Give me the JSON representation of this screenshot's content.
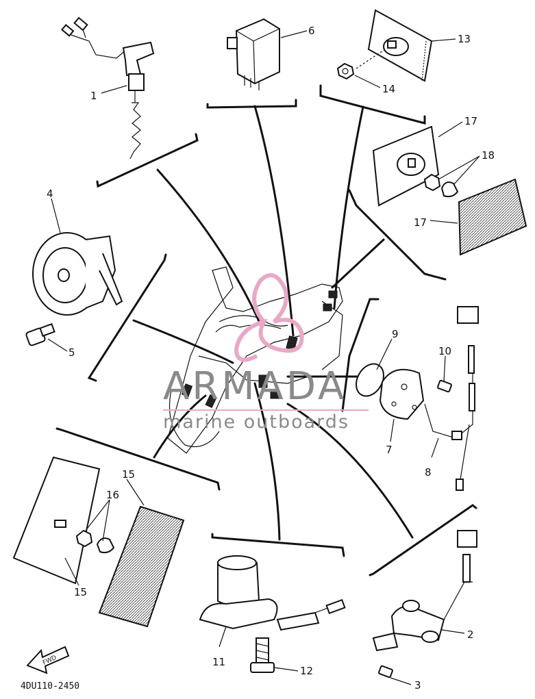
{
  "watermark": {
    "brand": "ARMADA",
    "tagline": "marine outboards",
    "color": "#e9a8c8"
  },
  "labels": {
    "p1": "1",
    "p2": "2",
    "p3": "3",
    "p4": "4",
    "p5": "5",
    "p6": "6",
    "p7": "7",
    "p8": "8",
    "p9": "9",
    "p10": "10",
    "p11": "11",
    "p12": "12",
    "p13": "13",
    "p14": "14",
    "p15a": "15",
    "p15b": "15",
    "p16": "16",
    "p17a": "17",
    "p17b": "17",
    "p18": "18"
  },
  "fwd_arrow": "FWD",
  "diagram_code": "4DU110-2450"
}
